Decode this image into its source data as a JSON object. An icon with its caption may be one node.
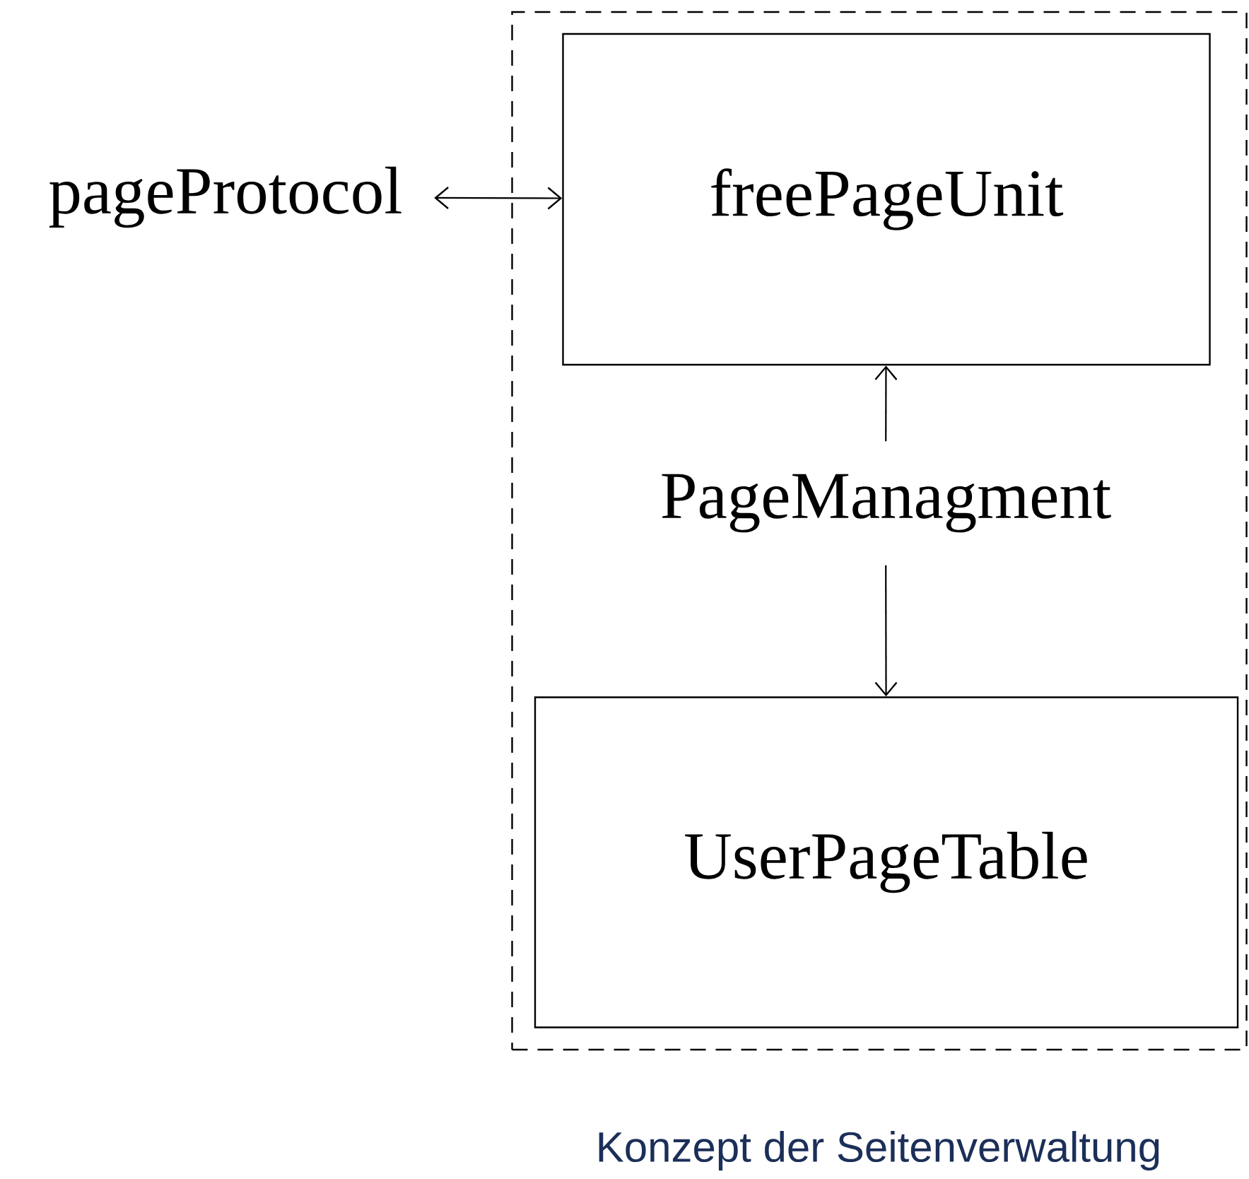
{
  "diagram": {
    "caption": "Konzept der Seitenverwaltung",
    "nodes": [
      {
        "text": [],
        "shape": "box"
      },
      {
        "text": [
          "pageProtocol"
        ]
      },
      {
        "text": [
          "freePageUnit"
        ],
        "in": 0
      },
      {
        "text": [
          "PageManagment"
        ],
        "in": 0
      },
      {
        "text": [
          "UserPageTable"
        ],
        "in": 0
      }
    ],
    "edges": [
      {
        "from": 1,
        "to": 2,
        "arrow": "both"
      },
      {
        "from": 3,
        "to": 2,
        "arrow": "to"
      },
      {
        "from": 3,
        "to": 4,
        "arrow": "to"
      }
    ]
  }
}
